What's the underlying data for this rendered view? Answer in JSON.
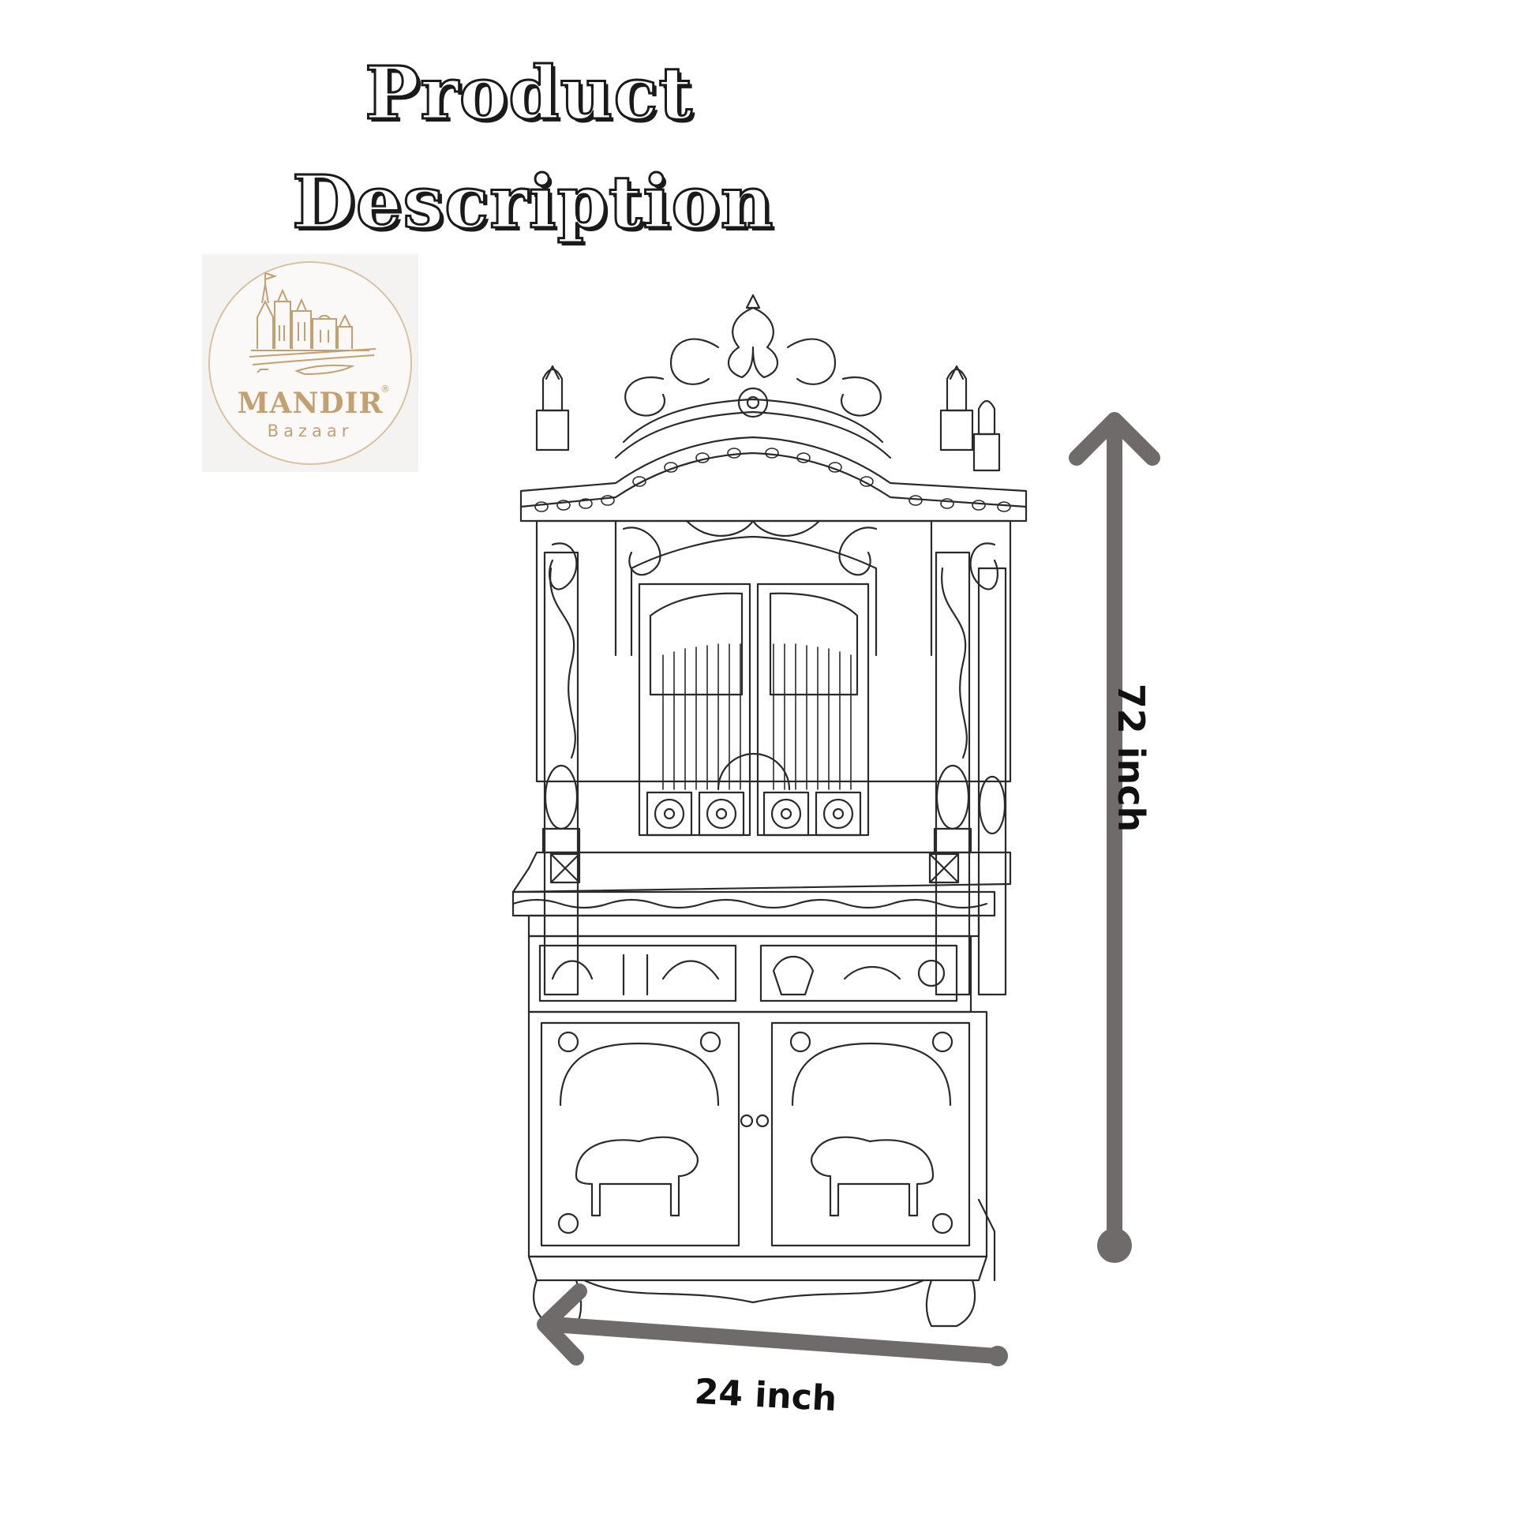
{
  "heading": {
    "line1": "Product",
    "line2": "Description"
  },
  "logo": {
    "word": "MANDIR",
    "registered_mark": "®",
    "subword": "Bazaar",
    "icon": "temple-ghat-emblem-icon",
    "color": "#c2a06f"
  },
  "product": {
    "icon": "wooden-temple-mandir-illustration"
  },
  "dimensions": {
    "height_label": "72 inch",
    "width_label": "24 inch",
    "arrow_color": "#6f6b6b"
  }
}
